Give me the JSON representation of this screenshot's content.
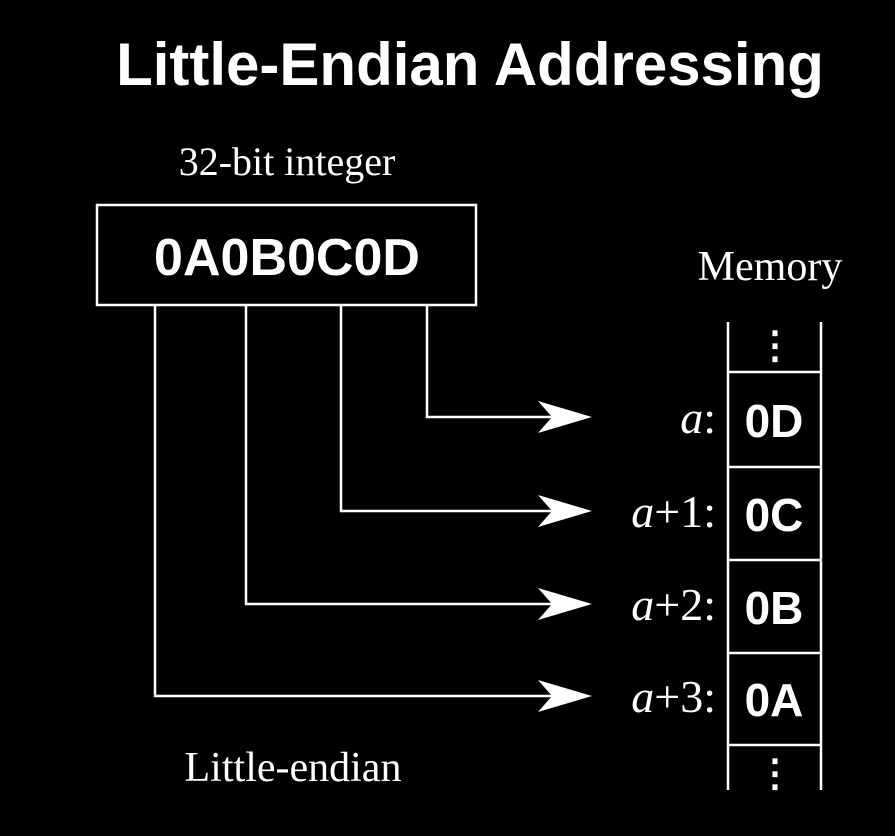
{
  "title": "Little-Endian Addressing",
  "integer_label": "32-bit integer",
  "integer_value": "0A0B0C0D",
  "memory_label": "Memory",
  "ellipsis": "⋮",
  "footer_label": "Little-endian",
  "rows": [
    {
      "base": "a",
      "offset": "",
      "colon": ":",
      "byte": "0D"
    },
    {
      "base": "a",
      "offset": "+1",
      "colon": ":",
      "byte": "0C"
    },
    {
      "base": "a",
      "offset": "+2",
      "colon": ":",
      "byte": "0B"
    },
    {
      "base": "a",
      "offset": "+3",
      "colon": ":",
      "byte": "0A"
    }
  ]
}
